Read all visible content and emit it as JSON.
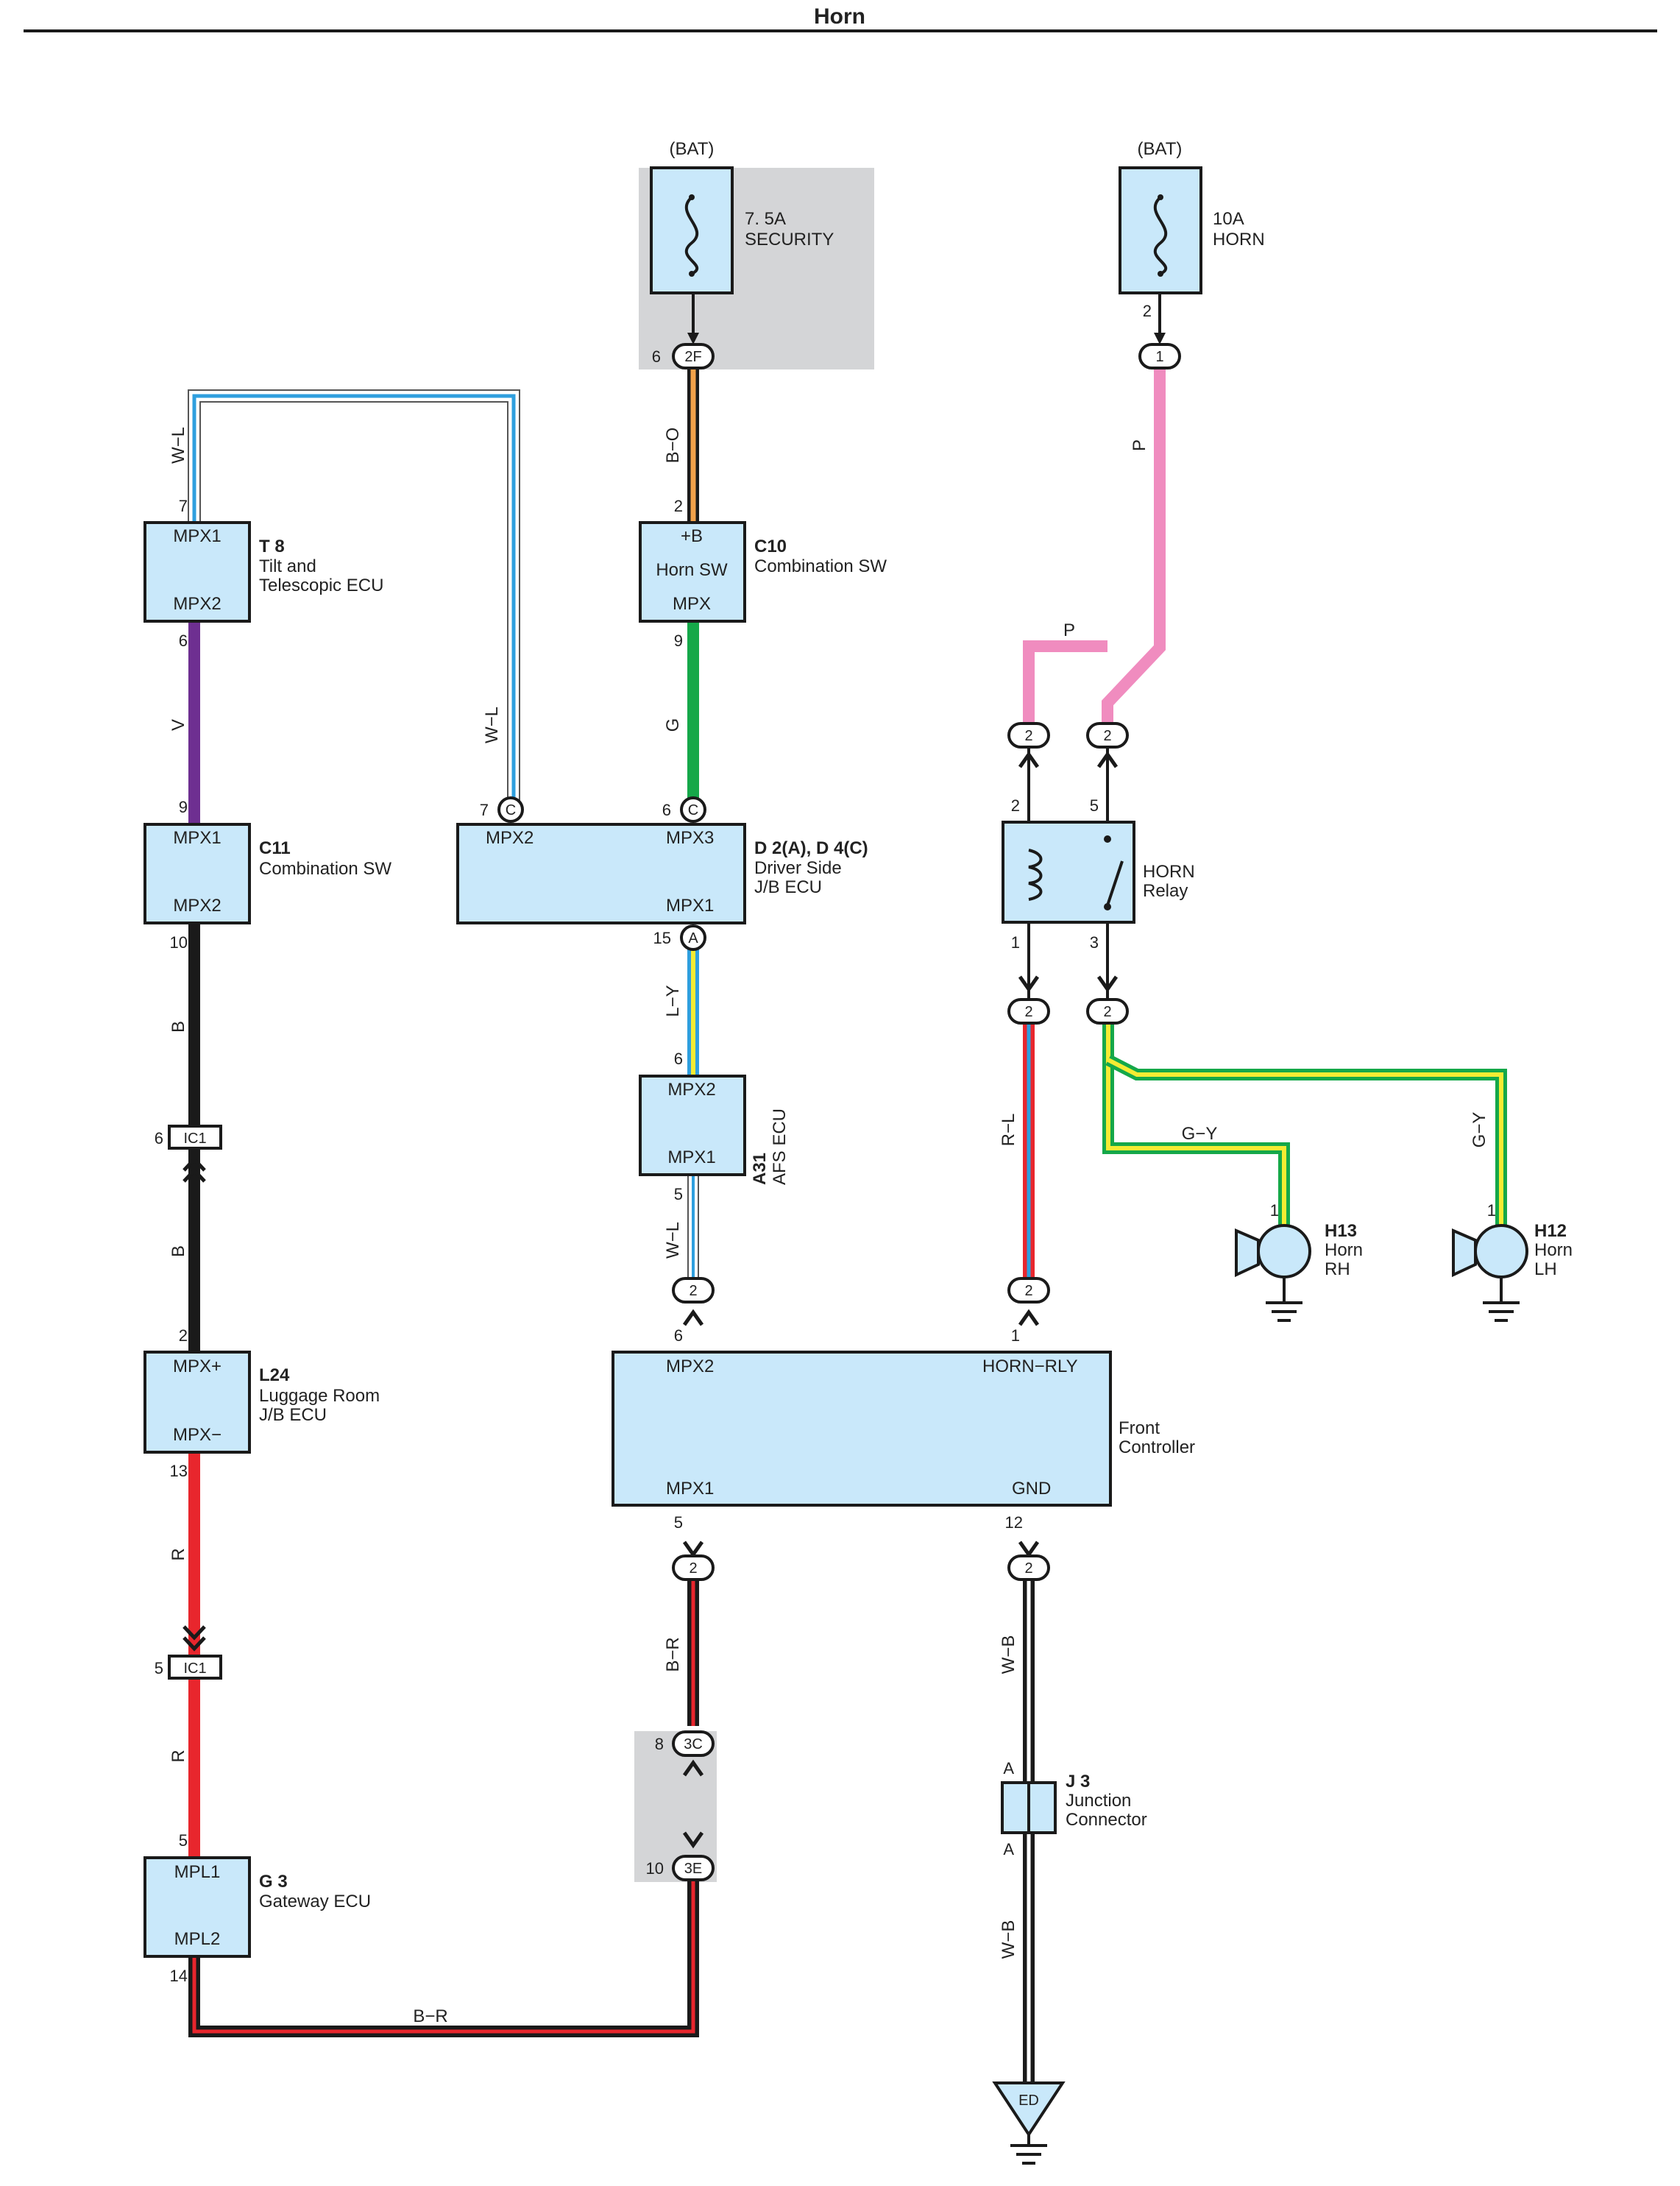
{
  "title": "Horn",
  "sources": {
    "bat_left": "(BAT)",
    "bat_right": "(BAT)",
    "fuse_security": {
      "amp": "7. 5A",
      "name": "SECURITY",
      "pin": "6",
      "connector": "2F"
    },
    "fuse_horn": {
      "amp": "10A",
      "name": "HORN",
      "pin": "2",
      "connector": "1"
    }
  },
  "components": {
    "t8": {
      "id": "T 8",
      "name_line1": "Tilt and",
      "name_line2": "Telescopic ECU",
      "top_pin_label": "MPX1",
      "bottom_pin_label": "MPX2",
      "top_pin": "7",
      "bottom_pin": "6"
    },
    "c11": {
      "id": "C11",
      "name": "Combination SW",
      "top_pin_label": "MPX1",
      "bottom_pin_label": "MPX2",
      "top_pin": "9",
      "bottom_pin": "10"
    },
    "l24": {
      "id": "L24",
      "name_line1": "Luggage Room",
      "name_line2": "J/B ECU",
      "top_pin_label": "MPX+",
      "bottom_pin_label": "MPX−",
      "top_pin": "2",
      "bottom_pin": "13"
    },
    "g3": {
      "id": "G 3",
      "name": "Gateway ECU",
      "top_pin_label": "MPL1",
      "bottom_pin_label": "MPL2",
      "top_pin": "5",
      "bottom_pin": "14"
    },
    "c10": {
      "id": "C10",
      "name": "Combination SW",
      "top_label": "+B",
      "mid_label": "Horn SW",
      "bottom_label": "MPX",
      "top_pin": "2",
      "bottom_pin": "9"
    },
    "d2": {
      "id": "D 2(A), D 4(C)",
      "name_line1": "Driver Side",
      "name_line2": "J/B ECU",
      "left_label": "MPX2",
      "right_label": "MPX3",
      "bottom_label": "MPX1",
      "left_pin": "7",
      "left_conn": "C",
      "right_pin": "6",
      "right_conn": "C",
      "bottom_pin": "15",
      "bottom_conn": "A"
    },
    "a31": {
      "id": "A31",
      "name": "AFS ECU",
      "top_label": "MPX2",
      "bottom_label": "MPX1",
      "top_pin": "6",
      "bottom_pin": "5"
    },
    "front_ctrl": {
      "name_line1": "Front",
      "name_line2": "Controller",
      "tl_label": "MPX2",
      "tr_label": "HORN−RLY",
      "bl_label": "MPX1",
      "br_label": "GND",
      "tl_pin": "6",
      "tr_pin": "1",
      "bl_pin": "5",
      "br_pin": "12"
    },
    "relay": {
      "name_line1": "HORN",
      "name_line2": "Relay",
      "pin_tl": "2",
      "pin_tr": "5",
      "pin_bl": "1",
      "pin_br": "3"
    },
    "j3": {
      "id": "J 3",
      "name_line1": "Junction",
      "name_line2": "Connector",
      "top_pin": "A",
      "bottom_pin": "A"
    },
    "h13": {
      "id": "H13",
      "name_line1": "Horn",
      "name_line2": "RH",
      "pin": "1"
    },
    "h12": {
      "id": "H12",
      "name_line1": "Horn",
      "name_line2": "LH",
      "pin": "1"
    },
    "ground": {
      "label": "ED"
    }
  },
  "junctions": {
    "ic1_upper": {
      "label": "IC1",
      "pin": "6"
    },
    "ic1_lower": {
      "label": "IC1",
      "pin": "5"
    },
    "c3_upper": {
      "label": "3C",
      "pin": "8"
    },
    "c3_lower": {
      "label": "3E",
      "pin": "10"
    },
    "oval_2": "2"
  },
  "wires": {
    "wl_top": "W−L",
    "wl_mid": "W−L",
    "v": "V",
    "b_upper": "B",
    "b_lower": "B",
    "r_upper": "R",
    "r_lower": "R",
    "br_bottom": "B−R",
    "bo": "B−O",
    "g": "G",
    "ly": "L−Y",
    "wl_afs": "W−L",
    "br_ctrl": "B−R",
    "p_vert": "P",
    "p_top": "P",
    "rl": "R−L",
    "gy_h13": "G−Y",
    "gy_h12": "G−Y",
    "wb_upper": "W−B",
    "wb_lower": "W−B"
  },
  "colors": {
    "box_fill": "#c9e8fa",
    "shade": "#d4d5d7",
    "pink": "#f08cbf",
    "purple": "#6e2f91",
    "black": "#1a1a1a",
    "red": "#e8262d",
    "orange": "#f2a24a",
    "green": "#15a849",
    "blue": "#2f9fde",
    "yellow": "#f5ec33"
  }
}
